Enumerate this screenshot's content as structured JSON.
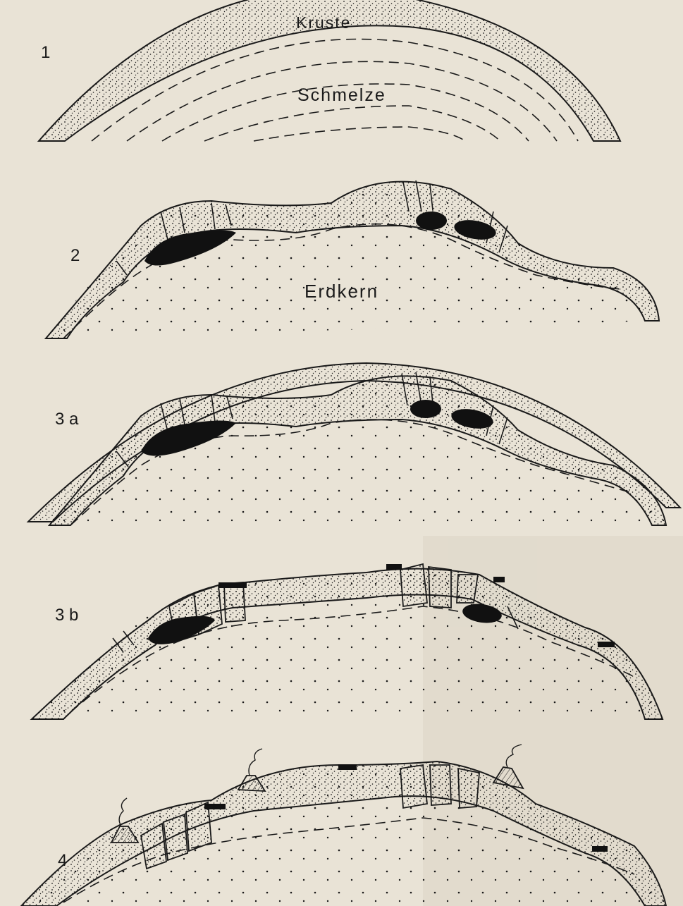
{
  "panels": [
    {
      "id": "1",
      "label": "1"
    },
    {
      "id": "2",
      "label": "2"
    },
    {
      "id": "3a",
      "label": "3 a"
    },
    {
      "id": "3b",
      "label": "3 b"
    },
    {
      "id": "4",
      "label": "4"
    }
  ],
  "annotations": {
    "crust": "Kruste",
    "melt": "Schmelze",
    "core": "Erdkern"
  },
  "colors": {
    "paper": "#e9e3d6",
    "ink": "#1a1a1a",
    "bleed_text": "#9e9890"
  }
}
